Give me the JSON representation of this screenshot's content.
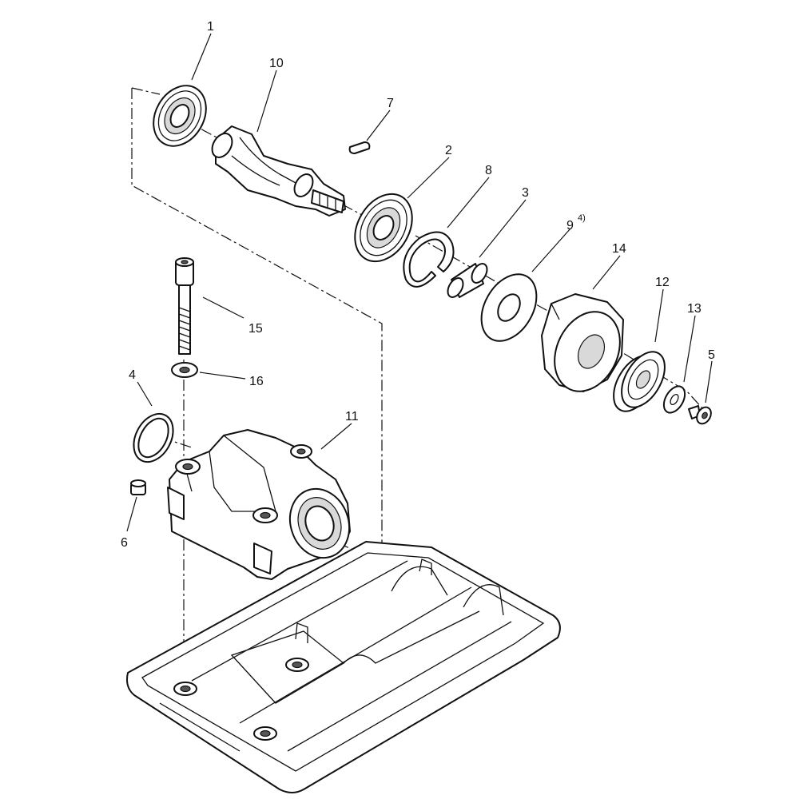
{
  "labels": {
    "p1": "1",
    "p2": "2",
    "p3": "3",
    "p4": "4",
    "p5": "5",
    "p6": "6",
    "p7": "7",
    "p8": "8",
    "p9": "9",
    "p9_note": "4)",
    "p10": "10",
    "p11": "11",
    "p12": "12",
    "p13": "13",
    "p14": "14",
    "p15": "15",
    "p16": "16"
  },
  "colors": {
    "line": "#111111",
    "background": "#ffffff"
  }
}
